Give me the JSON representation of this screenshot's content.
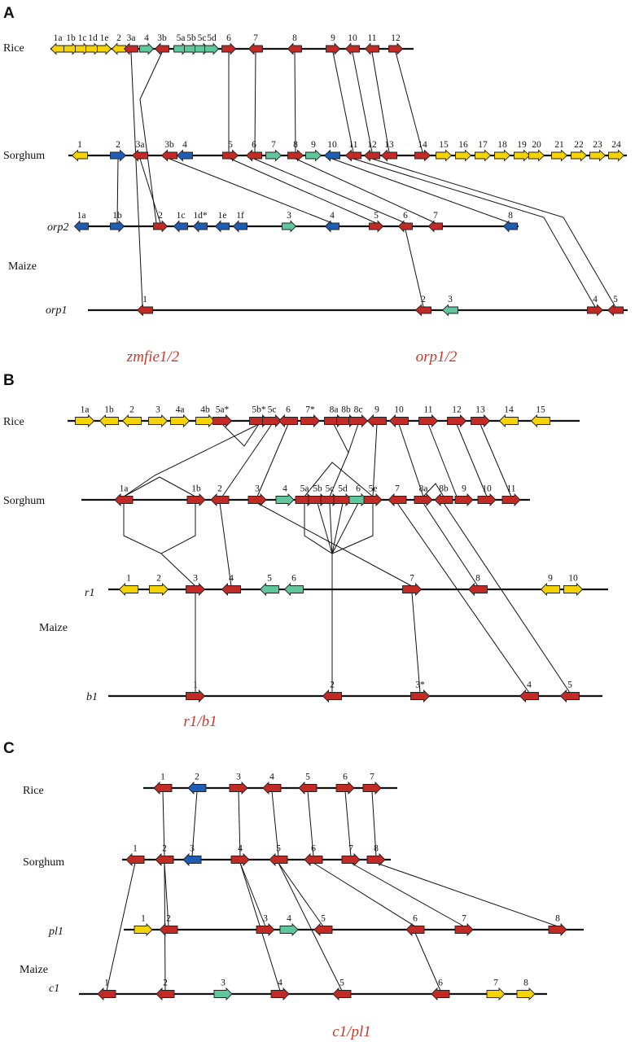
{
  "colors": {
    "yellow": "#f5d300",
    "red": "#c22a26",
    "teal": "#5fc79b",
    "blue": "#1f5db3",
    "caption": "#c93a2c"
  },
  "panels": [
    {
      "letter": "A",
      "labels": [
        {
          "text": "Rice",
          "italic": false
        },
        {
          "text": "Sorghum",
          "italic": false
        },
        {
          "text": "orp2",
          "italic": true
        },
        {
          "text": "Maize",
          "italic": false
        },
        {
          "text": "orp1",
          "italic": true
        }
      ],
      "captions": [
        "zmfie1/2",
        "orp1/2"
      ],
      "tracks": [
        {
          "genes": [
            {
              "l": "1a",
              "c": "yellow",
              "d": "L"
            },
            {
              "l": "1b",
              "c": "yellow",
              "d": "R"
            },
            {
              "l": "1c",
              "c": "yellow",
              "d": "R"
            },
            {
              "l": "1d",
              "c": "yellow",
              "d": "R"
            },
            {
              "l": "1e",
              "c": "yellow",
              "d": "R"
            },
            {
              "l": "2",
              "c": "yellow",
              "d": "L"
            },
            {
              "l": "3a",
              "c": "red",
              "d": "L"
            },
            {
              "l": "4",
              "c": "teal",
              "d": "R"
            },
            {
              "l": "3b",
              "c": "red",
              "d": "L"
            },
            {
              "l": "5a",
              "c": "teal",
              "d": "R"
            },
            {
              "l": "5b",
              "c": "teal",
              "d": "R"
            },
            {
              "l": "5c",
              "c": "teal",
              "d": "R"
            },
            {
              "l": "5d",
              "c": "teal",
              "d": "R"
            },
            {
              "l": "6",
              "c": "red",
              "d": "R"
            },
            {
              "l": "7",
              "c": "red",
              "d": "L"
            },
            {
              "l": "8",
              "c": "red",
              "d": "L"
            },
            {
              "l": "9",
              "c": "red",
              "d": "R"
            },
            {
              "l": "10",
              "c": "red",
              "d": "L"
            },
            {
              "l": "11",
              "c": "red",
              "d": "L"
            },
            {
              "l": "12",
              "c": "red",
              "d": "R"
            }
          ]
        },
        {
          "genes": [
            {
              "l": "1",
              "c": "yellow",
              "d": "L"
            },
            {
              "l": "2",
              "c": "blue",
              "d": "R"
            },
            {
              "l": "3a",
              "c": "red",
              "d": "L"
            },
            {
              "l": "3b",
              "c": "red",
              "d": "L"
            },
            {
              "l": "4",
              "c": "blue",
              "d": "L"
            },
            {
              "l": "5",
              "c": "red",
              "d": "R"
            },
            {
              "l": "6",
              "c": "red",
              "d": "L"
            },
            {
              "l": "7",
              "c": "teal",
              "d": "R"
            },
            {
              "l": "8",
              "c": "red",
              "d": "R"
            },
            {
              "l": "9",
              "c": "teal",
              "d": "R"
            },
            {
              "l": "10",
              "c": "blue",
              "d": "L"
            },
            {
              "l": "11",
              "c": "red",
              "d": "L"
            },
            {
              "l": "12",
              "c": "red",
              "d": "L"
            },
            {
              "l": "13",
              "c": "red",
              "d": "L"
            },
            {
              "l": "14",
              "c": "red",
              "d": "R"
            },
            {
              "l": "15",
              "c": "yellow",
              "d": "R"
            },
            {
              "l": "16",
              "c": "yellow",
              "d": "R"
            },
            {
              "l": "17",
              "c": "yellow",
              "d": "R"
            },
            {
              "l": "18",
              "c": "yellow",
              "d": "R"
            },
            {
              "l": "19",
              "c": "yellow",
              "d": "R"
            },
            {
              "l": "20",
              "c": "yellow",
              "d": "R"
            },
            {
              "l": "21",
              "c": "yellow",
              "d": "R"
            },
            {
              "l": "22",
              "c": "yellow",
              "d": "R"
            },
            {
              "l": "23",
              "c": "yellow",
              "d": "R"
            },
            {
              "l": "24",
              "c": "yellow",
              "d": "R"
            }
          ]
        },
        {
          "genes": [
            {
              "l": "1a",
              "c": "blue",
              "d": "L"
            },
            {
              "l": "1b",
              "c": "blue",
              "d": "R"
            },
            {
              "l": "2",
              "c": "red",
              "d": "R"
            },
            {
              "l": "1c",
              "c": "blue",
              "d": "L"
            },
            {
              "l": "1d*",
              "c": "blue",
              "d": "L"
            },
            {
              "l": "1e",
              "c": "blue",
              "d": "L"
            },
            {
              "l": "1f",
              "c": "blue",
              "d": "L"
            },
            {
              "l": "3",
              "c": "teal",
              "d": "R"
            },
            {
              "l": "4",
              "c": "blue",
              "d": "L"
            },
            {
              "l": "5",
              "c": "red",
              "d": "R"
            },
            {
              "l": "6",
              "c": "red",
              "d": "L"
            },
            {
              "l": "7",
              "c": "red",
              "d": "L"
            },
            {
              "l": "8",
              "c": "blue",
              "d": "L"
            }
          ]
        },
        {
          "genes": [
            {
              "l": "1",
              "c": "red",
              "d": "L"
            },
            {
              "l": "2",
              "c": "red",
              "d": "L"
            },
            {
              "l": "3",
              "c": "teal",
              "d": "L"
            },
            {
              "l": "4",
              "c": "red",
              "d": "R"
            },
            {
              "l": "5",
              "c": "red",
              "d": "L"
            }
          ]
        }
      ]
    },
    {
      "letter": "B",
      "labels": [
        {
          "text": "Rice",
          "italic": false
        },
        {
          "text": "Sorghum",
          "italic": false
        },
        {
          "text": "r1",
          "italic": true
        },
        {
          "text": "Maize",
          "italic": false
        },
        {
          "text": "b1",
          "italic": true
        }
      ],
      "captions": [
        "r1/b1"
      ],
      "tracks": [
        {
          "genes": [
            {
              "l": "1a",
              "c": "yellow",
              "d": "R"
            },
            {
              "l": "1b",
              "c": "yellow",
              "d": "L"
            },
            {
              "l": "2",
              "c": "yellow",
              "d": "L"
            },
            {
              "l": "3",
              "c": "yellow",
              "d": "R"
            },
            {
              "l": "4a",
              "c": "yellow",
              "d": "R"
            },
            {
              "l": "4b",
              "c": "yellow",
              "d": "R"
            },
            {
              "l": "5a*",
              "c": "red",
              "d": "R"
            },
            {
              "l": "5b*",
              "c": "red",
              "d": "R"
            },
            {
              "l": "5c",
              "c": "red",
              "d": "R"
            },
            {
              "l": "6",
              "c": "red",
              "d": "L"
            },
            {
              "l": "7*",
              "c": "red",
              "d": "R"
            },
            {
              "l": "8a",
              "c": "red",
              "d": "R"
            },
            {
              "l": "8b",
              "c": "red",
              "d": "R"
            },
            {
              "l": "8c",
              "c": "red",
              "d": "R"
            },
            {
              "l": "9",
              "c": "red",
              "d": "L"
            },
            {
              "l": "10",
              "c": "red",
              "d": "L"
            },
            {
              "l": "11",
              "c": "red",
              "d": "R"
            },
            {
              "l": "12",
              "c": "red",
              "d": "R"
            },
            {
              "l": "13",
              "c": "red",
              "d": "R"
            },
            {
              "l": "14",
              "c": "yellow",
              "d": "L"
            },
            {
              "l": "15",
              "c": "yellow",
              "d": "L"
            }
          ]
        },
        {
          "genes": [
            {
              "l": "1a",
              "c": "red",
              "d": "L"
            },
            {
              "l": "1b",
              "c": "red",
              "d": "R"
            },
            {
              "l": "2",
              "c": "red",
              "d": "L"
            },
            {
              "l": "3",
              "c": "red",
              "d": "R"
            },
            {
              "l": "4",
              "c": "teal",
              "d": "R"
            },
            {
              "l": "5a",
              "c": "red",
              "d": "R"
            },
            {
              "l": "5b",
              "c": "red",
              "d": "R"
            },
            {
              "l": "5c",
              "c": "red",
              "d": "R"
            },
            {
              "l": "5d",
              "c": "red",
              "d": "R"
            },
            {
              "l": "6",
              "c": "teal",
              "d": "R"
            },
            {
              "l": "5e",
              "c": "red",
              "d": "R"
            },
            {
              "l": "7",
              "c": "red",
              "d": "L"
            },
            {
              "l": "8a",
              "c": "red",
              "d": "R"
            },
            {
              "l": "8b",
              "c": "red",
              "d": "L"
            },
            {
              "l": "9",
              "c": "red",
              "d": "R"
            },
            {
              "l": "10",
              "c": "red",
              "d": "R"
            },
            {
              "l": "11",
              "c": "red",
              "d": "R"
            }
          ]
        },
        {
          "genes": [
            {
              "l": "1",
              "c": "yellow",
              "d": "L"
            },
            {
              "l": "2",
              "c": "yellow",
              "d": "R"
            },
            {
              "l": "3",
              "c": "red",
              "d": "R"
            },
            {
              "l": "4",
              "c": "red",
              "d": "L"
            },
            {
              "l": "5",
              "c": "teal",
              "d": "L"
            },
            {
              "l": "6",
              "c": "teal",
              "d": "L"
            },
            {
              "l": "7",
              "c": "red",
              "d": "R"
            },
            {
              "l": "8",
              "c": "red",
              "d": "L"
            },
            {
              "l": "9",
              "c": "yellow",
              "d": "L"
            },
            {
              "l": "10",
              "c": "yellow",
              "d": "R"
            }
          ]
        },
        {
          "genes": [
            {
              "l": "1",
              "c": "red",
              "d": "R"
            },
            {
              "l": "2",
              "c": "red",
              "d": "L"
            },
            {
              "l": "3*",
              "c": "red",
              "d": "R"
            },
            {
              "l": "4",
              "c": "red",
              "d": "L"
            },
            {
              "l": "5",
              "c": "red",
              "d": "L"
            }
          ]
        }
      ]
    },
    {
      "letter": "C",
      "labels": [
        {
          "text": "Rice",
          "italic": false
        },
        {
          "text": "Sorghum",
          "italic": false
        },
        {
          "text": "pl1",
          "italic": true
        },
        {
          "text": "Maize",
          "italic": false
        },
        {
          "text": "c1",
          "italic": true
        }
      ],
      "captions": [
        "c1/pl1"
      ],
      "tracks": [
        {
          "genes": [
            {
              "l": "1",
              "c": "red",
              "d": "L"
            },
            {
              "l": "2",
              "c": "blue",
              "d": "L"
            },
            {
              "l": "3",
              "c": "red",
              "d": "R"
            },
            {
              "l": "4",
              "c": "red",
              "d": "L"
            },
            {
              "l": "5",
              "c": "red",
              "d": "L"
            },
            {
              "l": "6",
              "c": "red",
              "d": "R"
            },
            {
              "l": "7",
              "c": "red",
              "d": "R"
            }
          ]
        },
        {
          "genes": [
            {
              "l": "1",
              "c": "red",
              "d": "L"
            },
            {
              "l": "2",
              "c": "red",
              "d": "L"
            },
            {
              "l": "3",
              "c": "blue",
              "d": "L"
            },
            {
              "l": "4",
              "c": "red",
              "d": "R"
            },
            {
              "l": "5",
              "c": "red",
              "d": "L"
            },
            {
              "l": "6",
              "c": "red",
              "d": "L"
            },
            {
              "l": "7",
              "c": "red",
              "d": "R"
            },
            {
              "l": "8",
              "c": "red",
              "d": "R"
            }
          ]
        },
        {
          "genes": [
            {
              "l": "1",
              "c": "yellow",
              "d": "R"
            },
            {
              "l": "2",
              "c": "red",
              "d": "L"
            },
            {
              "l": "3",
              "c": "red",
              "d": "R"
            },
            {
              "l": "4",
              "c": "teal",
              "d": "R"
            },
            {
              "l": "5",
              "c": "red",
              "d": "L"
            },
            {
              "l": "6",
              "c": "red",
              "d": "L"
            },
            {
              "l": "7",
              "c": "red",
              "d": "R"
            },
            {
              "l": "8",
              "c": "red",
              "d": "R"
            }
          ]
        },
        {
          "genes": [
            {
              "l": "1",
              "c": "red",
              "d": "L"
            },
            {
              "l": "2",
              "c": "red",
              "d": "L"
            },
            {
              "l": "3",
              "c": "teal",
              "d": "R"
            },
            {
              "l": "4",
              "c": "red",
              "d": "R"
            },
            {
              "l": "5",
              "c": "red",
              "d": "L"
            },
            {
              "l": "6",
              "c": "red",
              "d": "L"
            },
            {
              "l": "7",
              "c": "yellow",
              "d": "R"
            },
            {
              "l": "8",
              "c": "yellow",
              "d": "R"
            }
          ]
        }
      ]
    }
  ]
}
